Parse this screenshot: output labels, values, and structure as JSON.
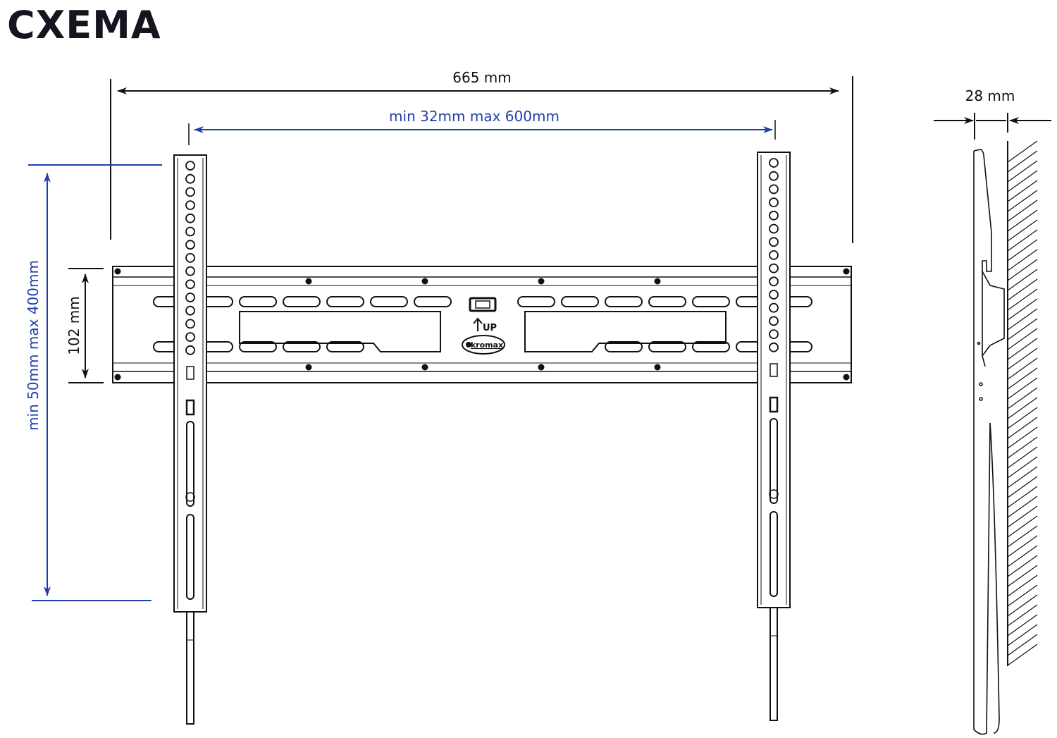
{
  "title": "CXEMA",
  "dimensions": {
    "overall_width": "665 mm",
    "vesa_horizontal": "min 32mm max 600mm",
    "vesa_vertical": "min 50mm max 400mm",
    "plate_height": "102 mm",
    "wall_depth": "28 mm"
  },
  "plate_labels": {
    "up": "UP",
    "brand": "kromax"
  },
  "colors": {
    "line": "#111111",
    "vesa_blue": "#1f3fae"
  }
}
